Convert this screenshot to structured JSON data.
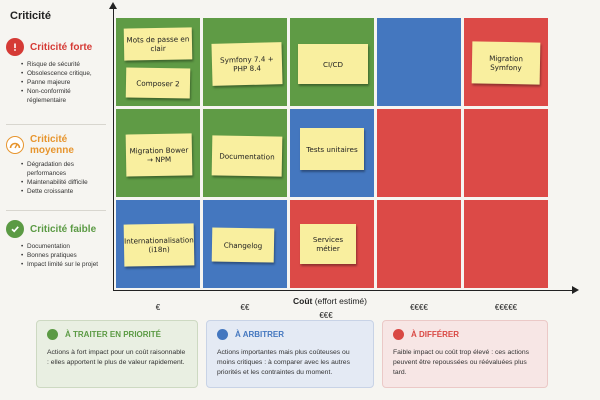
{
  "legend": {
    "title": "Criticité",
    "levels": [
      {
        "title": "Criticité forte",
        "color": "#d53b36",
        "items": [
          "Risque de sécurité",
          "Obsolescence critique,",
          "Panne majeure",
          "Non-conformité réglementaire"
        ]
      },
      {
        "title": "Criticité moyenne",
        "color": "#e7952e",
        "items": [
          "Dégradation des performances",
          "Maintenabilité difficile",
          "Dette croissante"
        ]
      },
      {
        "title": "Criticité faible",
        "color": "#5b9a44",
        "items": [
          "Documentation",
          "Bonnes pratiques",
          "Impact limité sur le projet"
        ]
      }
    ]
  },
  "matrix": {
    "rows": [
      [
        "green",
        "green",
        "green",
        "blue",
        "red"
      ],
      [
        "green",
        "green",
        "blue",
        "red",
        "red"
      ],
      [
        "blue",
        "blue",
        "red",
        "red",
        "red"
      ]
    ],
    "notes": [
      {
        "text": "Mots de passe en clair"
      },
      {
        "text": "Composer 2"
      },
      {
        "text": "Symfony 7.4 + PHP 8.4"
      },
      {
        "text": "CI/CD"
      },
      {
        "text": "Migration Symfony"
      },
      {
        "text": "Migration Bower → NPM"
      },
      {
        "text": "Documentation"
      },
      {
        "text": "Tests unitaires"
      },
      {
        "text": "Internationalisation (i18n)"
      },
      {
        "text": "Changelog"
      },
      {
        "text": "Services métier"
      }
    ]
  },
  "axis": {
    "x_label_main": "Coût",
    "x_label_sub": "(effort estimé)",
    "x_ticks": [
      "€",
      "€€",
      "€€€",
      "€€€€",
      "€€€€€"
    ]
  },
  "boxes": [
    {
      "title": "À TRAITER EN PRIORITÉ",
      "color": "#5b9a44",
      "bg": "#e9efe2",
      "border": "#cdd9c2",
      "text": "Actions à fort impact pour un coût raisonnable : elles apportent le plus de valeur rapidement."
    },
    {
      "title": "À ARBITRER",
      "color": "#4477bf",
      "bg": "#e4eaf4",
      "border": "#c8d3e6",
      "text": "Actions importantes mais plus coûteuses ou moins critiques : à comparer avec les autres priorités et les contraintes du moment."
    },
    {
      "title": "À DIFFÉRER",
      "color": "#d94843",
      "bg": "#f7e6e5",
      "border": "#ebc9c7",
      "text": "Faible impact ou coût trop élevé : ces actions peuvent être repoussées ou réévaluées plus tard."
    }
  ]
}
